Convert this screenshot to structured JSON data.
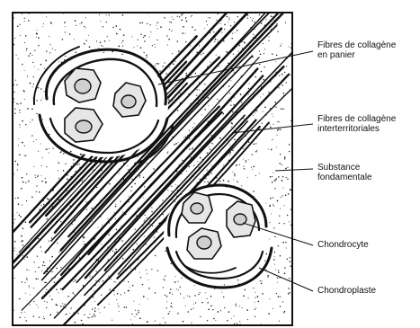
{
  "labels": {
    "fibres_panier": {
      "line1": "Fibres de collagène",
      "line2": "en panier"
    },
    "fibres_inter": {
      "line1": "Fibres de collagène",
      "line2": "interterritoriales"
    },
    "substance": {
      "line1": "Substance",
      "line2": "fondamentale"
    },
    "chondrocyte": "Chondrocyte",
    "chondroplaste": "Chondroplaste"
  },
  "colors": {
    "ink": "#111111",
    "cell_fill": "#e6e6e6",
    "nucleus_fill": "#cfcfcf",
    "background": "#ffffff"
  }
}
